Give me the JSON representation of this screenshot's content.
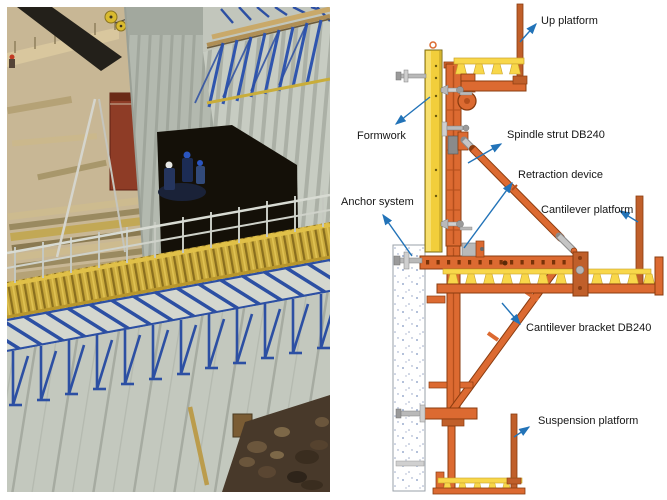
{
  "diagram": {
    "labels": {
      "up_platform": "Up platform",
      "formwork": "Formwork",
      "spindle_strut": "Spindle strut DB240",
      "retraction_device": "Retraction device",
      "anchor_system": "Anchor system",
      "cantilever_platform": "Cantilever platform",
      "cantilever_bracket": "Cantilever bracket DB240",
      "suspension_platform": "Suspension platform"
    },
    "colors": {
      "structure_orange": "#dc6a31",
      "structure_orange_dark": "#8a3c10",
      "deck_yellow": "#f8d74a",
      "formwork_yellow": "#f2ce3b",
      "arrow_blue": "#2273b8",
      "concrete_speckle": "#7d94c0"
    }
  },
  "photo": {
    "colors": {
      "steel_blue": "#2c4fa3",
      "timber_yellow": "#c9a93c",
      "concrete_gray": "#c4c9bf",
      "shed_red": "#8e3c26",
      "rubble_brown": "#48392a"
    }
  }
}
